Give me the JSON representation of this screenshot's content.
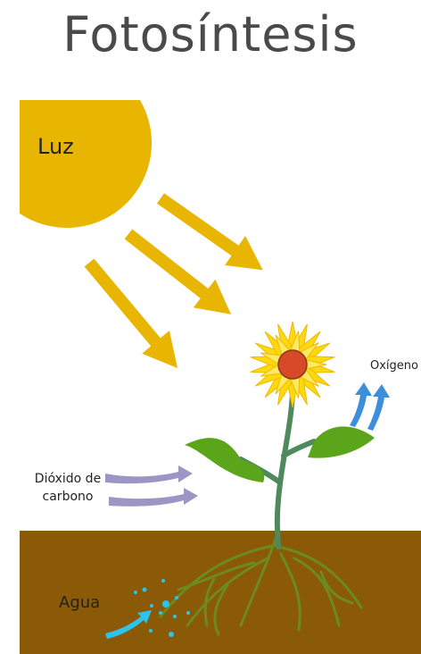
{
  "title": "Fotosíntesis",
  "labels": {
    "light": "Luz",
    "oxygen": "Oxígeno",
    "co2_line1": "Dióxido de",
    "co2_line2": "carbono",
    "water": "Agua"
  },
  "colors": {
    "sun": "#e8b500",
    "soil": "#8a5a06",
    "co2_arrow": "#9b96c3",
    "oxygen_arrow": "#3d8fdc",
    "water_arrow": "#2cc3ec",
    "leaf": "#5a9e1c",
    "stem": "#4f8a5e",
    "petal": "#ffd90f",
    "flower_center": "#d64a28"
  }
}
